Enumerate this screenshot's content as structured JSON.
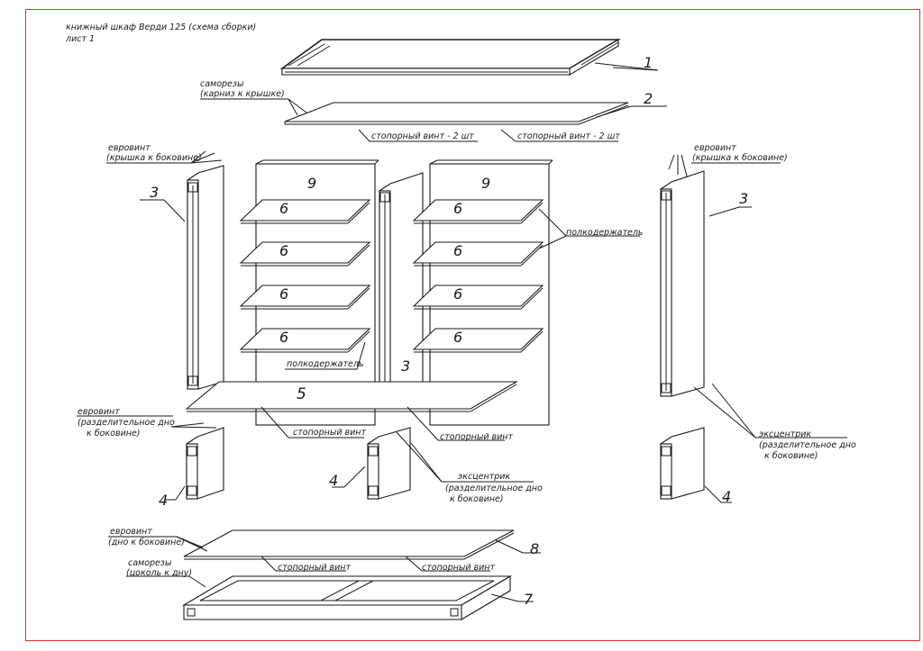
{
  "title": {
    "line1": "книжный шкаф Верди 125 (схема сборки)",
    "line2": "лист 1"
  },
  "labels": {
    "samorezy": "саморезы",
    "karniz": "(карниз к крышке)",
    "stop2_left": "стопорный винт - 2 шт",
    "stop2_right": "стопорный винт - 2 шт",
    "evro_left": "евровинт",
    "evro_left_sub": "(крышка к боковине)",
    "evro_right": "евровинт",
    "evro_right_sub": "(крышка к боковине)",
    "polk_right": "полкодержатель",
    "polk_mid": "полкодержатель",
    "evro_mid": "евровинт",
    "evro_mid_sub1": "(разделительное дно",
    "evro_mid_sub2": "к боковине)",
    "stop_mid1": "стопорный винт",
    "stop_mid2": "стопорный винт",
    "ecc_mid": "эксцентрик",
    "ecc_mid_sub1": "(разделительное дно",
    "ecc_mid_sub2": "к боковине)",
    "ecc_right": "эксцентрик",
    "ecc_right_sub1": "(разделительное дно",
    "ecc_right_sub2": "к боковине)",
    "evro_bottom": "евровинт",
    "evro_bottom_sub": "(дно к боковине)",
    "samorezy2": "саморезы",
    "cokol": "(цоколь к дну)",
    "stop_b1": "стопорный винт",
    "stop_b2": "стопорный винт"
  },
  "numbers": {
    "n1": "1",
    "n2": "2",
    "n3a": "3",
    "n3b": "3",
    "n3c": "3",
    "n4a": "4",
    "n4b": "4",
    "n4c": "4",
    "n5": "5",
    "n6": [
      "6",
      "6",
      "6",
      "6",
      "6",
      "6",
      "6",
      "6"
    ],
    "n7": "7",
    "n8": "8",
    "n9a": "9",
    "n9b": "9"
  },
  "colors": {
    "frame": "#d9342b",
    "ink": "#1a1a1a"
  }
}
